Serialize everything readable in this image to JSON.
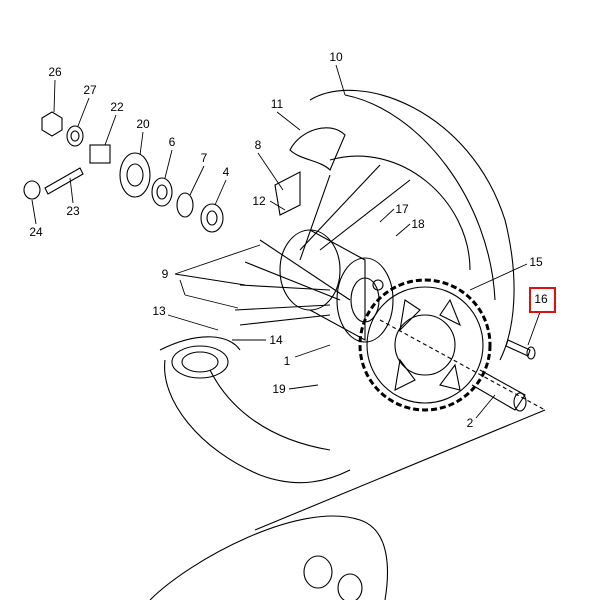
{
  "diagram": {
    "title": "Rear wheel parts diagram",
    "highlight_color": "#e01010",
    "callouts": [
      {
        "id": "26",
        "label": "26"
      },
      {
        "id": "27",
        "label": "27"
      },
      {
        "id": "22",
        "label": "22"
      },
      {
        "id": "20",
        "label": "20"
      },
      {
        "id": "6",
        "label": "6"
      },
      {
        "id": "7",
        "label": "7"
      },
      {
        "id": "4",
        "label": "4"
      },
      {
        "id": "23",
        "label": "23"
      },
      {
        "id": "24",
        "label": "24"
      },
      {
        "id": "10",
        "label": "10"
      },
      {
        "id": "11",
        "label": "11"
      },
      {
        "id": "8",
        "label": "8"
      },
      {
        "id": "12",
        "label": "12"
      },
      {
        "id": "17",
        "label": "17"
      },
      {
        "id": "18",
        "label": "18"
      },
      {
        "id": "9",
        "label": "9"
      },
      {
        "id": "15",
        "label": "15"
      },
      {
        "id": "16",
        "label": "16"
      },
      {
        "id": "13",
        "label": "13"
      },
      {
        "id": "14",
        "label": "14"
      },
      {
        "id": "1",
        "label": "1"
      },
      {
        "id": "19",
        "label": "19"
      },
      {
        "id": "2",
        "label": "2"
      }
    ],
    "highlighted_callout": "16"
  }
}
